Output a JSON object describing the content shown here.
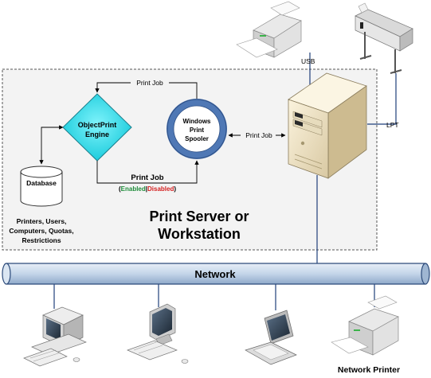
{
  "server_box": {
    "title_line1": "Print Server or",
    "title_line2": "Workstation"
  },
  "engine": {
    "line1": "ObjectPrint",
    "line2": "Engine"
  },
  "spooler": {
    "line1": "Windows",
    "line2": "Print",
    "line3": "Spooler"
  },
  "database": {
    "label": "Database",
    "caption_line1": "Printers, Users,",
    "caption_line2": "Computers, Quotas,",
    "caption_line3": "Restrictions"
  },
  "arrows": {
    "top_print_job": "Print Job",
    "middle_print_job": "Print Job",
    "bottom_print_job": "Print Job",
    "status_open": "(",
    "status_enabled": "Enabled",
    "status_sep": "|",
    "status_disabled": "Disabled",
    "status_close": ")"
  },
  "ports": {
    "usb": "USB",
    "lpt": "LPT"
  },
  "network": {
    "label": "Network"
  },
  "devices": {
    "network_printer_label": "Network Printer"
  },
  "colors": {
    "engine_fill": "#22dcea",
    "engine_stroke": "#1a7f8c",
    "spooler_ring": "#4f78b5",
    "network_fill": "#c8d8ea",
    "network_stroke": "#2c4a7a",
    "link_line": "#1f3f7a",
    "enabled": "#1e8c3a",
    "disabled": "#d42020",
    "server_box_border": "#555555",
    "server_box_fill": "#f3f3f3"
  }
}
